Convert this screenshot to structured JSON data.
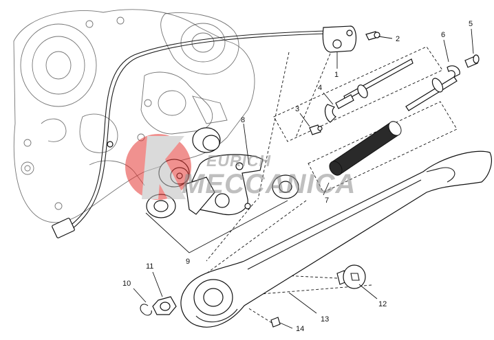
{
  "diagram": {
    "callouts": [
      {
        "id": "1",
        "label": "1"
      },
      {
        "id": "2",
        "label": "2"
      },
      {
        "id": "3",
        "label": "3"
      },
      {
        "id": "4",
        "label": "4"
      },
      {
        "id": "5",
        "label": "5"
      },
      {
        "id": "6",
        "label": "6"
      },
      {
        "id": "7",
        "label": "7"
      },
      {
        "id": "8",
        "label": "8"
      },
      {
        "id": "9",
        "label": "9"
      },
      {
        "id": "10",
        "label": "10"
      },
      {
        "id": "11",
        "label": "11"
      },
      {
        "id": "12",
        "label": "12"
      },
      {
        "id": "13",
        "label": "13"
      },
      {
        "id": "14",
        "label": "14"
      }
    ],
    "watermark": {
      "line1": "EURICH",
      "line2": "MECCANICA",
      "logo_color": "#e53935"
    }
  }
}
